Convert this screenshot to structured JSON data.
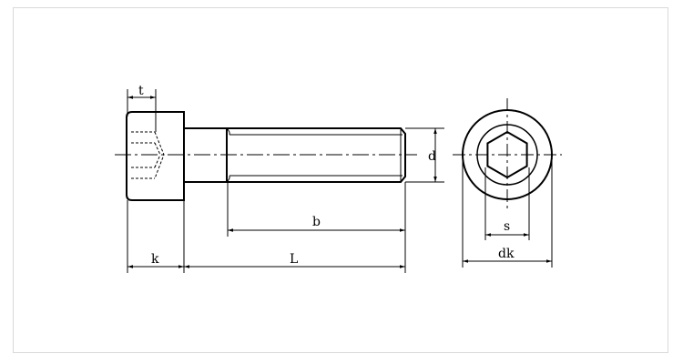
{
  "labels": {
    "t": "t",
    "d": "d",
    "b": "b",
    "k": "k",
    "L": "L",
    "s": "s",
    "dk": "dk"
  },
  "colors": {
    "line": "#000000",
    "frame_border": "#d9d9d9",
    "background": "#ffffff"
  }
}
